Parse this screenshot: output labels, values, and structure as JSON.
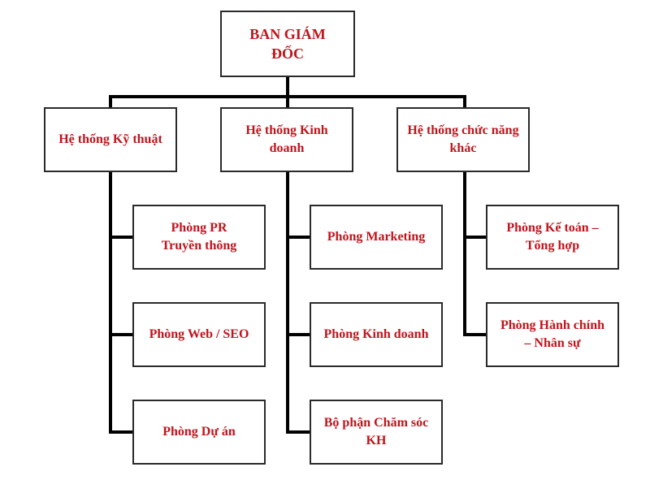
{
  "title": "Sơ đồ tổ chức",
  "colors": {
    "text": "#c0141c",
    "border": "#2a2a2a",
    "connector": "#000000",
    "background": "#ffffff"
  },
  "root": {
    "label_line1": "BAN GIÁM",
    "label_line2": "ĐỐC"
  },
  "branches": [
    {
      "label_line1": "Hệ thống Kỹ thuật",
      "label_line2": "",
      "children": [
        {
          "label_line1": "Phòng PR",
          "label_line2": "Truyền thông"
        },
        {
          "label_line1": "Phòng Web / SEO",
          "label_line2": ""
        },
        {
          "label_line1": "Phòng Dự án",
          "label_line2": ""
        }
      ]
    },
    {
      "label_line1": "Hệ thống Kinh",
      "label_line2": "doanh",
      "children": [
        {
          "label_line1": "Phòng Marketing",
          "label_line2": ""
        },
        {
          "label_line1": "Phòng Kinh doanh",
          "label_line2": ""
        },
        {
          "label_line1": "Bộ phận Chăm sóc",
          "label_line2": "KH"
        }
      ]
    },
    {
      "label_line1": "Hệ thống chức năng",
      "label_line2": "khác",
      "children": [
        {
          "label_line1": "Phòng Kế toán –",
          "label_line2": "Tổng hợp"
        },
        {
          "label_line1": "Phòng Hành chính",
          "label_line2": "– Nhân sự"
        }
      ]
    }
  ]
}
